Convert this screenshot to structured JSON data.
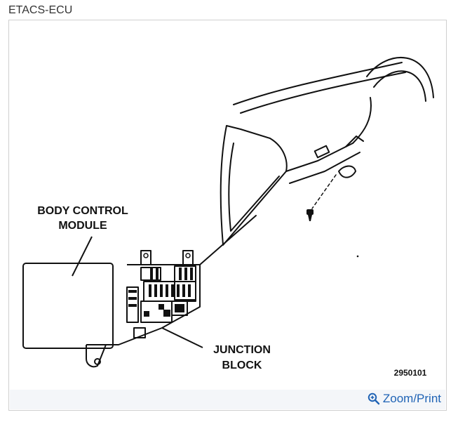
{
  "caption": "ETACS-ECU",
  "diagram": {
    "label_module_line1": "BODY CONTROL",
    "label_module_line2": "MODULE",
    "label_block_line1": "JUNCTION",
    "label_block_line2": "BLOCK",
    "figure_number": "2950101"
  },
  "footer": {
    "zoom_label": "Zoom/Print",
    "zoom_icon": "magnifier-plus-icon",
    "link_color": "#1f63b5"
  }
}
